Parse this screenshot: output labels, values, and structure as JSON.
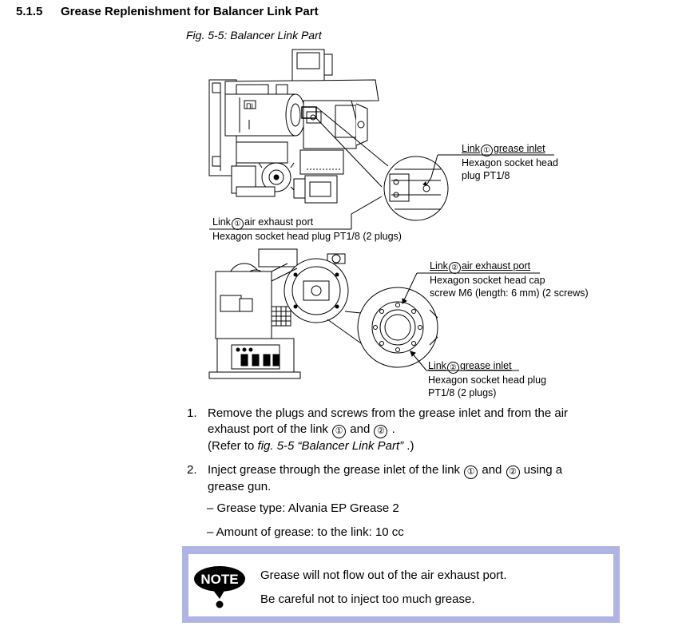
{
  "section": {
    "number": "5.1.5",
    "title": "Grease Replenishment for Balancer Link Part"
  },
  "figure": {
    "caption": "Fig. 5-5: Balancer Link Part",
    "callouts": {
      "link1_grease_inlet": {
        "prefix": "Link",
        "num": "①",
        "name": "grease inlet",
        "detail": [
          "Hexagon socket head",
          "plug PT1/8"
        ]
      },
      "link1_air_exhaust": {
        "prefix": "Link",
        "num": "①",
        "name": "air exhaust port",
        "detail": [
          "Hexagon socket head plug PT1/8 (2 plugs)"
        ]
      },
      "link2_air_exhaust": {
        "prefix": "Link",
        "num": "②",
        "name": "air exhaust port",
        "detail": [
          "Hexagon socket head cap",
          "screw M6 (length: 6 mm) (2 screws)"
        ]
      },
      "link2_grease_inlet": {
        "prefix": "Link",
        "num": "②",
        "name": "grease inlet",
        "detail": [
          "Hexagon socket head plug",
          "PT1/8 (2 plugs)"
        ]
      }
    }
  },
  "steps": [
    {
      "number": "1.",
      "line1": "Remove the plugs and screws from the grease inlet and from the air",
      "line2a": "exhaust port of the link ",
      "c1": "①",
      "and": " and ",
      "c2": "②",
      "line2b": " .",
      "ref_pre": "(Refer to ",
      "ref_fig": "fig. 5-5",
      "ref_title": " “Balancer Link Part” ",
      "ref_post": ".)"
    },
    {
      "number": "2.",
      "line1a": "Inject grease through the grease inlet of the link ",
      "c1": "①",
      "and": " and ",
      "c2": "②",
      "line1b": " using a",
      "line2": "grease gun."
    }
  ],
  "subitems": [
    "– Grease type: Alvania EP Grease 2",
    "– Amount of grease: to the link: 10 cc"
  ],
  "note": {
    "label": "NOTE",
    "lines": [
      "Grease will not flow out of the air exhaust port.",
      "Be careful not to inject too much grease."
    ]
  }
}
